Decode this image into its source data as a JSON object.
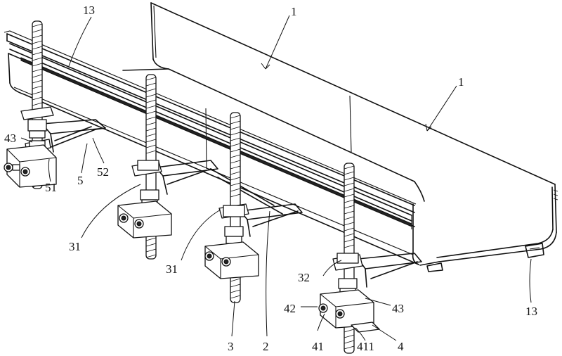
{
  "figure": {
    "title": "Trough support assembly with threaded rods",
    "labels": [
      {
        "id": "label-1-upper",
        "text": "1"
      },
      {
        "id": "label-1-right",
        "text": "1"
      },
      {
        "id": "label-13-top",
        "text": "13"
      },
      {
        "id": "label-13-bottom",
        "text": "13"
      },
      {
        "id": "label-43-left",
        "text": "43"
      },
      {
        "id": "label-52",
        "text": "52"
      },
      {
        "id": "label-5",
        "text": "5"
      },
      {
        "id": "label-51",
        "text": "51"
      },
      {
        "id": "label-31-left",
        "text": "31"
      },
      {
        "id": "label-31-mid",
        "text": "31"
      },
      {
        "id": "label-3",
        "text": "3"
      },
      {
        "id": "label-2",
        "text": "2"
      },
      {
        "id": "label-32",
        "text": "32"
      },
      {
        "id": "label-43-right",
        "text": "43"
      },
      {
        "id": "label-42",
        "text": "42"
      },
      {
        "id": "label-41",
        "text": "41"
      },
      {
        "id": "label-411",
        "text": "411"
      },
      {
        "id": "label-4",
        "text": "4"
      }
    ]
  }
}
